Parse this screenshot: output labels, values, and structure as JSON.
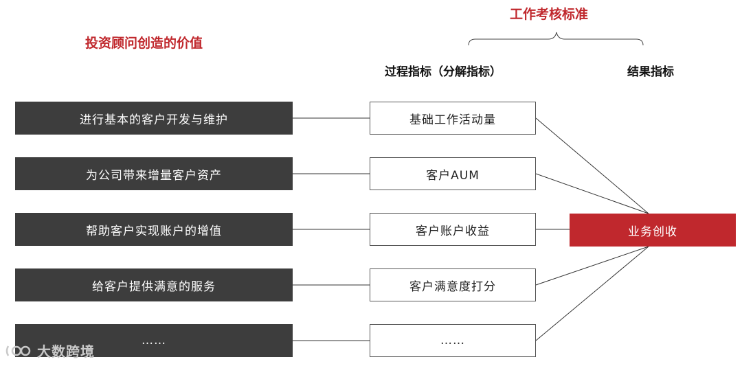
{
  "titles": {
    "left": "投资顾问创造的价值",
    "right": "工作考核标准"
  },
  "headers": {
    "process": "过程指标（分解指标）",
    "result": "结果指标"
  },
  "values": [
    "进行基本的客户开发与维护",
    "为公司带来增量客户资产",
    "帮助客户实现账户的增值",
    "给客户提供满意的服务",
    "……"
  ],
  "process_indicators": [
    "基础工作活动量",
    "客户AUM",
    "客户账户收益",
    "客户满意度打分",
    "……"
  ],
  "result_indicator": "业务创收",
  "watermark": "大数跨境",
  "colors": {
    "accent_red": "#c0282d",
    "dark_box": "#3d3d3d"
  }
}
